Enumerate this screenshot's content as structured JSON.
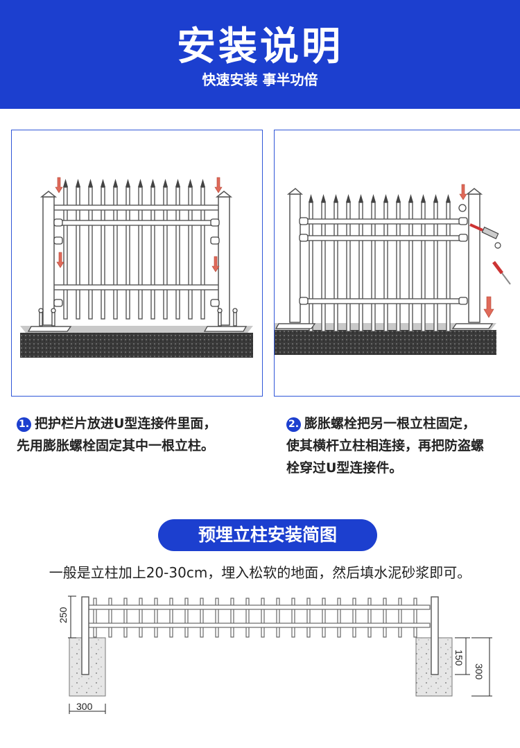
{
  "header": {
    "title": "安装说明",
    "subtitle": "快速安装 事半功倍"
  },
  "steps": [
    {
      "number": "1.",
      "lines": [
        "把护栏片放进U型连接件里面，",
        "先用膨胀螺栓固定其中一根立柱。"
      ]
    },
    {
      "number": "2.",
      "lines": [
        "膨胀螺栓把另一根立柱固定，",
        "使其横杆立柱相连接，再把防盗螺",
        "栓穿过U型连接件。"
      ]
    }
  ],
  "section": {
    "title": "预埋立柱安装简图",
    "note": "一般是立柱加上20-30cm，埋入松软的地面，然后填水泥砂浆即可。"
  },
  "diagram": {
    "dim_top": "250",
    "dim_width": "300",
    "dim_inner": "150",
    "dim_depth": "300"
  },
  "colors": {
    "brand_blue": "#1c3fcf",
    "panel_border": "#2f56d8",
    "arrow": "#e06a5a"
  }
}
